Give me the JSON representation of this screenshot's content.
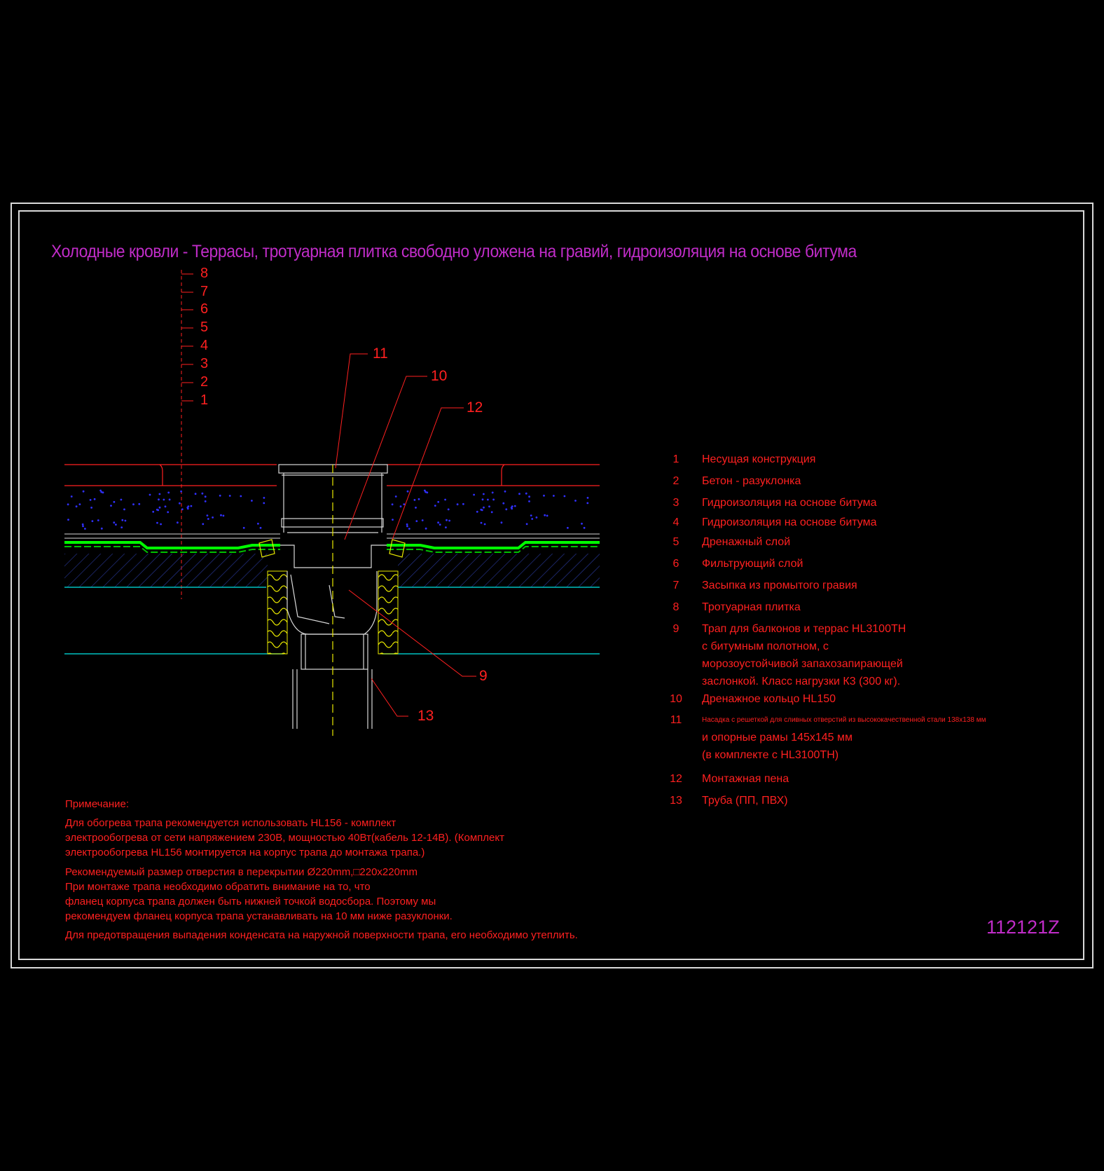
{
  "title": "Холодные кровли - Террасы, тротуарная плитка свободно уложена на гравий, гидроизоляция на основе битума",
  "code": "112121Z",
  "layer_ticks": [
    "8",
    "7",
    "6",
    "5",
    "4",
    "3",
    "2",
    "1"
  ],
  "callouts": {
    "c11": "11",
    "c10": "10",
    "c12": "12",
    "c9": "9",
    "c13": "13"
  },
  "legend": [
    {
      "num": "1",
      "lines": [
        "Несущая конструкция"
      ]
    },
    {
      "num": "2",
      "lines": [
        "Бетон - разуклонка"
      ]
    },
    {
      "num": "3",
      "lines": [
        "Гидроизоляция на основе битума"
      ]
    },
    {
      "num": "4",
      "lines": [
        "Гидроизоляция на основе битума"
      ]
    },
    {
      "num": "5",
      "lines": [
        "Дренажный слой"
      ]
    },
    {
      "num": "6",
      "lines": [
        "Фильтрующий слой"
      ]
    },
    {
      "num": "7",
      "lines": [
        "Засыпка из промытого гравия"
      ]
    },
    {
      "num": "8",
      "lines": [
        "Тротуарная плитка"
      ]
    },
    {
      "num": "9",
      "lines": [
        "Трап для балконов и террас HL3100TH",
        "с битумным полотном, с",
        "морозоустойчивой запахозапирающей",
        "заслонкой. Класс нагрузки К3 (300 кг)."
      ]
    },
    {
      "num": "10",
      "lines": [
        "Дренажное кольцо HL150"
      ]
    },
    {
      "num": "11",
      "lines": [
        "Насадка с решеткой для сливных отверстий из высококачественной стали 138х138 мм",
        "и опорные рамы 145х145 мм",
        "(в комплекте с HL3100TH)"
      ]
    },
    {
      "num": "12",
      "lines": [
        "Монтажная пена"
      ]
    },
    {
      "num": "13",
      "lines": [
        "Труба (ПП, ПВХ)"
      ]
    }
  ],
  "notes": {
    "heading": "Примечание:",
    "lines": [
      "Для обогрева трапа рекомендуется использовать HL156 - комплект",
      "электрообогрева от сети напряжением 230В, мощностью 40Вт(кабель 12-14В). (Комплект",
      "электрообогрева HL156 монтируется на корпус трапа до монтажа трапа.)",
      "Рекомендуемый размер отверстия в перекрытии Ø220mm,□220x220mm",
      " При монтаже трапа необходимо обратить внимание на то, что",
      "фланец корпуса трапа должен быть нижней точкой водосбора. Поэтому мы",
      "рекомендуем фланец корпуса трапа устанавливать на 10 мм ниже разуклонки.",
      "Для предотвращения выпадения конденсата на наружной поверхности трапа, его необходимо утеплить."
    ]
  },
  "colors": {
    "frame": "#d9d9d9",
    "title": "#c02cc8",
    "text": "#ff2020",
    "layer_line": "#ff2020",
    "membrane": "#00ff00",
    "dots": "#2020ff",
    "base": "#00c0c0",
    "insulation": "#ffff00"
  }
}
